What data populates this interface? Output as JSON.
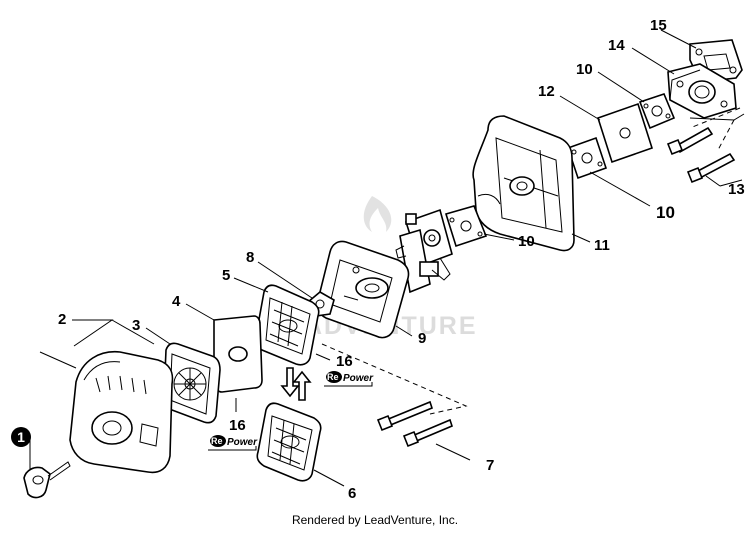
{
  "diagram": {
    "callouts": {
      "c1": "1",
      "c2": "2",
      "c3": "3",
      "c4": "4",
      "c5": "5",
      "c6": "6",
      "c7": "7",
      "c8": "8",
      "c9": "9",
      "c10a": "10",
      "c10b": "10",
      "c10c": "10",
      "c11": "11",
      "c12": "12",
      "c13": "13",
      "c14": "14",
      "c15": "15",
      "c16a": "16",
      "c16b": "16"
    },
    "repower": {
      "re": "Re",
      "power": "Power"
    },
    "watermark": "LEADVENTURE",
    "footer": "Rendered by LeadVenture, Inc."
  }
}
